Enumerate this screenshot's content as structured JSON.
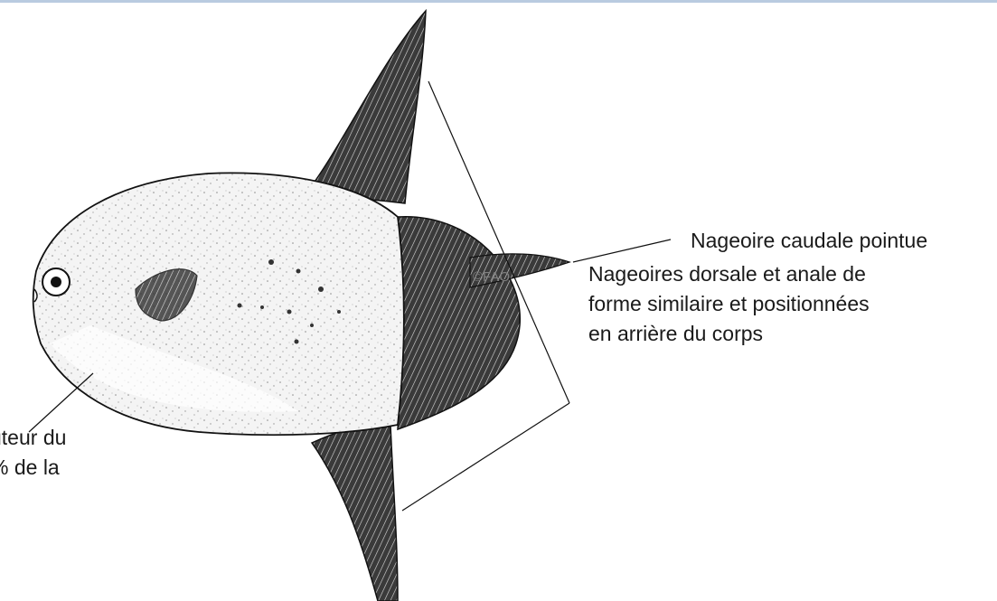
{
  "labels": {
    "caudal": "Nageoire caudale pointue",
    "fins": [
      "Nageoires dorsale et anale de",
      "forme similaire et positionnées",
      "en arrière du corps"
    ],
    "height_cut": [
      "uteur du",
      "% de la"
    ]
  },
  "credit": "©FAO",
  "colors": {
    "ink": "#1a1a1a",
    "credit": "#808080",
    "top_rule": "#b9cbe0"
  }
}
